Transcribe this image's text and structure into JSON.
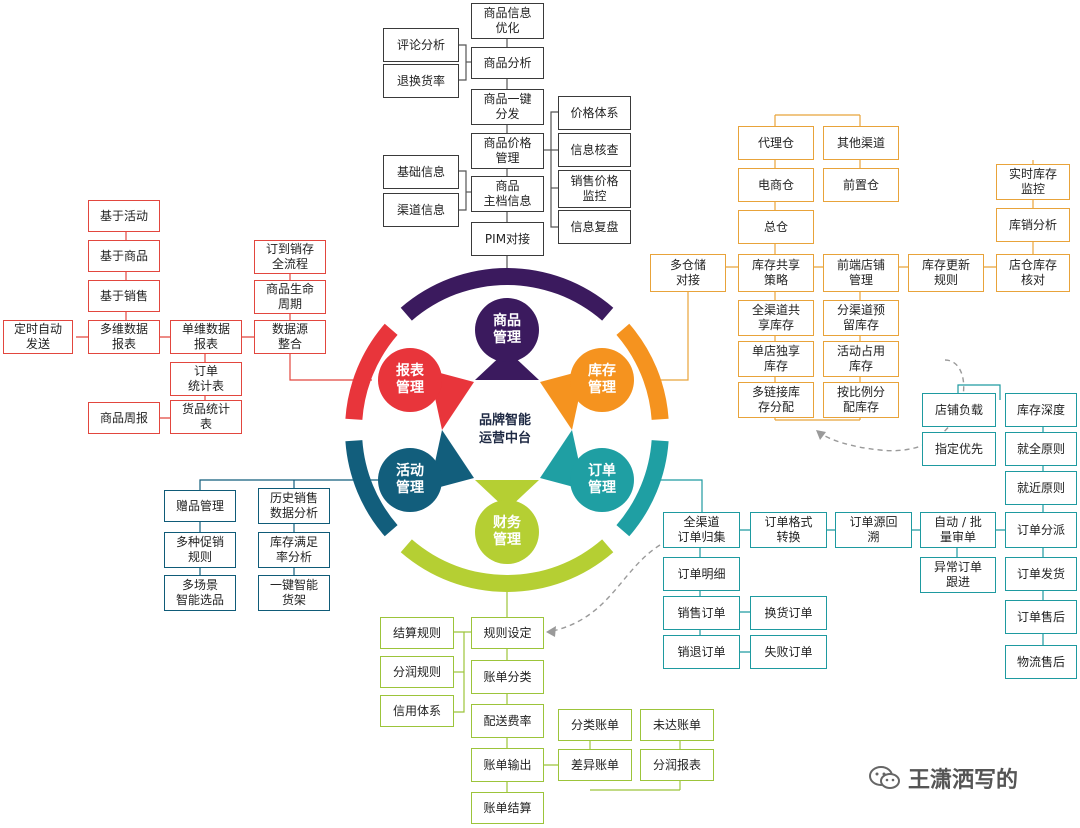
{
  "center": {
    "title": "品牌智能\n运营中台"
  },
  "modules": {
    "goods": "商品\n管理",
    "stock": "库存\n管理",
    "order": "订单\n管理",
    "finance": "财务\n管理",
    "activity": "活动\n管理",
    "report": "报表\n管理"
  },
  "colors": {
    "goods": "#3b1a5e",
    "stock": "#f5931f",
    "order": "#1f9fa3",
    "finance": "#b5cf33",
    "activity": "#125e7c",
    "report": "#e8353b"
  },
  "goods": {
    "main": [
      "商品信息\n优化",
      "商品分析",
      "商品一键\n分发",
      "商品价格\n管理",
      "商品\n主档信息",
      "PIM对接"
    ],
    "left": [
      "评论分析",
      "退换货率",
      "基础信息",
      "渠道信息"
    ],
    "right": [
      "价格体系",
      "信息核查",
      "销售价格\n监控",
      "信息复盘"
    ]
  },
  "stock": {
    "chain": [
      "多仓储\n对接",
      "库存共享\n策略",
      "前端店铺\n管理",
      "库存更新\n规则",
      "店仓库存\n核对"
    ],
    "top": [
      "代理仓",
      "其他渠道",
      "电商仓",
      "前置仓",
      "总仓"
    ],
    "under": [
      "全渠道共\n享库存",
      "分渠道预\n留库存",
      "单店独享\n库存",
      "活动占用\n库存",
      "多链接库\n存分配",
      "按比例分\n配库存"
    ],
    "check": [
      "实时库存\n监控",
      "库销分析"
    ]
  },
  "report": {
    "chain": [
      "定时自动\n发送",
      "多维数据\n报表",
      "单维数据\n报表",
      "数据源\n整合"
    ],
    "basis": [
      "基于活动",
      "基于商品",
      "基于销售"
    ],
    "source": [
      "订到销存\n全流程",
      "商品生命\n周期"
    ],
    "single": [
      "订单\n统计表",
      "货品统计\n表"
    ],
    "weekly": "商品周报"
  },
  "activity": {
    "col1": [
      "赠品管理",
      "多种促销\n规则",
      "多场景\n智能选品"
    ],
    "col2": [
      "历史销售\n数据分析",
      "库存满足\n率分析",
      "一键智能\n货架"
    ]
  },
  "finance": {
    "main": [
      "规则设定",
      "账单分类",
      "配送费率",
      "账单输出",
      "账单结算"
    ],
    "left": [
      "结算规则",
      "分润规则",
      "信用体系"
    ],
    "bills": [
      "分类账单",
      "未达账单",
      "差异账单",
      "分润报表"
    ]
  },
  "order": {
    "chain": [
      "全渠道\n订单归集",
      "订单格式\n转换",
      "订单源回\n溯",
      "自动 / 批\n量审单"
    ],
    "abnormal": "异常订单\n跟进",
    "sub": [
      "订单明细",
      "销售订单",
      "换货订单",
      "销退订单",
      "失败订单"
    ],
    "right": [
      "订单分派",
      "订单发货",
      "订单售后",
      "物流售后"
    ],
    "rules": [
      "店铺负载",
      "库存深度",
      "指定优先",
      "就全原则",
      "就近原则"
    ]
  },
  "watermark": {
    "text": "王潇洒写的",
    "icon": "wechat-icon"
  }
}
